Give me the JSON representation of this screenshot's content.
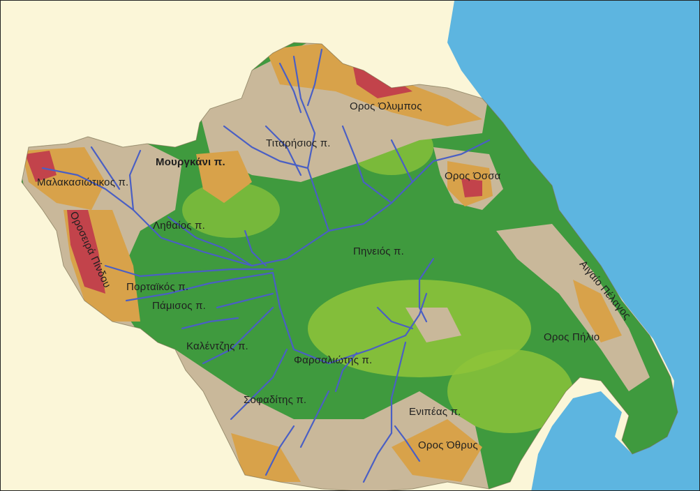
{
  "colors": {
    "land_background": "#fbf6d8",
    "sea": "#5db5e0",
    "plain": "#3f9a3e",
    "lowland": "#8fc43a",
    "hills": "#c9b89a",
    "mountain": "#d8a24a",
    "peak": "#c2434b",
    "river": "#4a5fc4"
  },
  "labels": {
    "olympus": "Ορος Όλυμπος",
    "titarisios": "Τιταρήσιος π.",
    "mourgkani": "Μουργκάνι π.",
    "malakasiotikos": "Μαλακασιώτικος π.",
    "ossa": "Ορος Όσσα",
    "lithaios": "Ληθαίος π.",
    "pineios": "Πηνειός π.",
    "aegean": "Αιγαίο Πέλαγος",
    "pindos": "Οροσειρά Πίνδου",
    "portaikos": "Πορταϊκός π.",
    "pamisos": "Πάμισος π.",
    "pilio": "Ορος Πήλιο",
    "kalentzis": "Καλέντζης π.",
    "farsaliotis": "Φαρσαλιώτης π.",
    "sofaditis": "Σοφαδίτης π.",
    "enipeas": "Ενιπέας π.",
    "othrys": "Ορος Όθρυς"
  }
}
